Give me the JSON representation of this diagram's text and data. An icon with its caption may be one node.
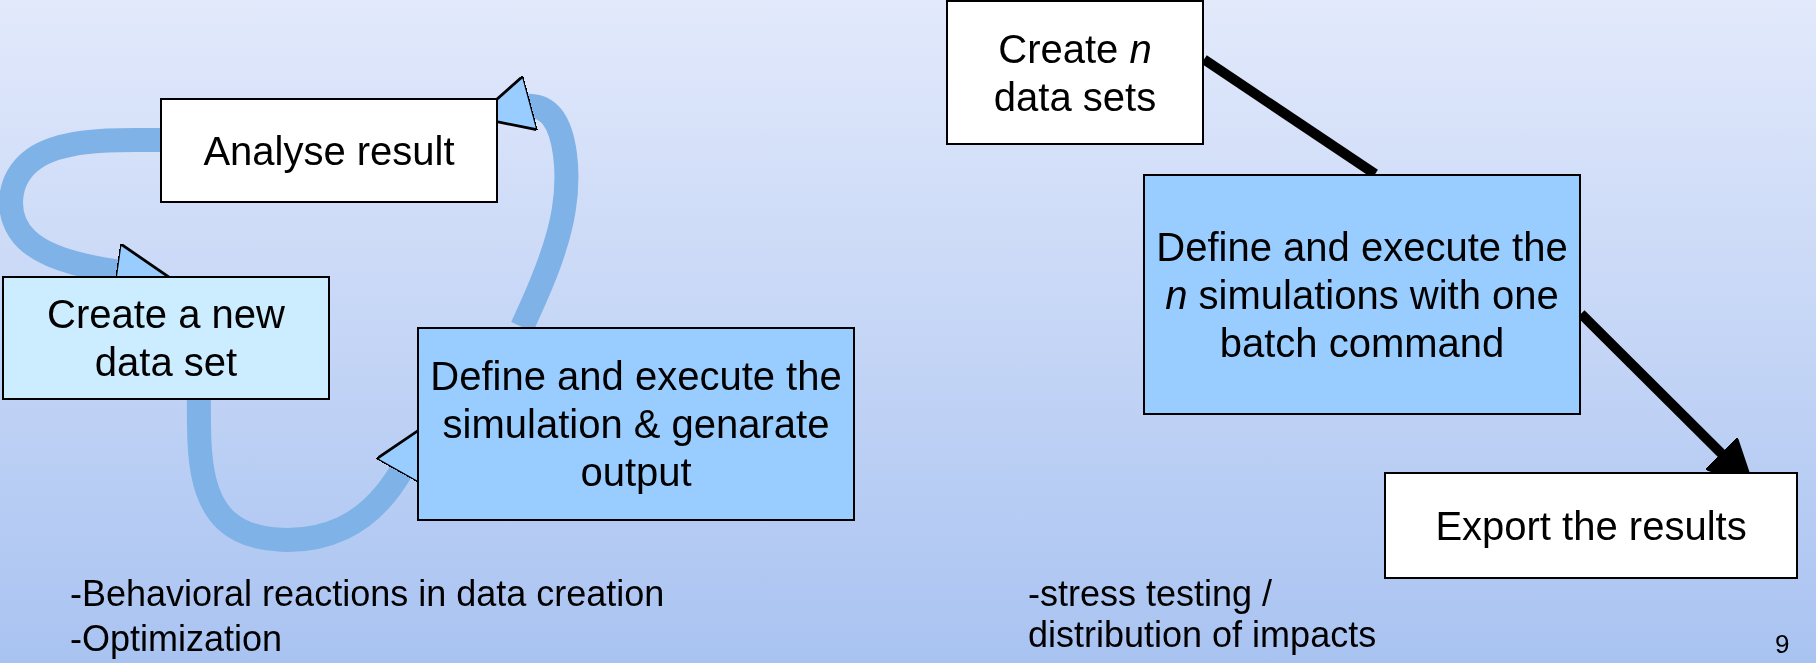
{
  "diagram": {
    "nodes": [
      {
        "text": [
          "Analyse result"
        ]
      },
      {
        "text": [
          "Create a new data set"
        ]
      },
      {
        "text": [
          "Define and execute the simulation & genarate output"
        ]
      },
      {
        "text": [
          "Create *n* data sets"
        ]
      },
      {
        "text": [
          "Define and execute the *n* simulations with one batch command"
        ]
      },
      {
        "text": [
          "Export the results"
        ]
      }
    ],
    "edges": [
      {
        "from": 0,
        "to": 1,
        "arrow": "to"
      },
      {
        "from": 1,
        "to": 2,
        "arrow": "to"
      },
      {
        "from": 2,
        "to": 0,
        "arrow": "to"
      },
      {
        "from": 3,
        "to": 4,
        "arrow": "none",
        "color": "#000000"
      },
      {
        "from": 4,
        "to": 5,
        "arrow": "to",
        "color": "#000000"
      }
    ],
    "labels": [
      "-Behavioral reactions in data creation",
      "-Optimization",
      "-stress testing / distribution of impacts",
      "9"
    ]
  }
}
